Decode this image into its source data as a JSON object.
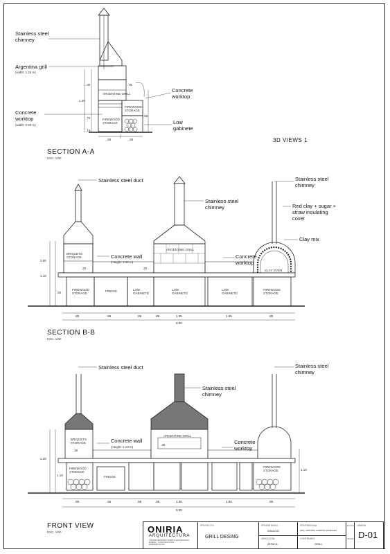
{
  "sections": {
    "aa": {
      "title": "SECTION A-A",
      "scale": "ESC. 1/50"
    },
    "bb": {
      "title": "SECTION B-B",
      "scale": "ESC. 1/50"
    },
    "front": {
      "title": "FRONT VIEW",
      "scale": "ESC. 1/50"
    },
    "views3d": "3D VIEWS 1"
  },
  "callouts": {
    "aa_chimney": "Stainless steel\nchimney",
    "aa_grill": "Argentina grill",
    "aa_grill_width": "(width: 1.25 m)",
    "aa_worktop": "Concrete\nworktop",
    "aa_worktop_width": "(width: 0.60 m)",
    "aa_concrete_worktop": "Concrete\nworktop",
    "aa_low_gabinete": "Low\ngabinete",
    "bb_duct": "Stainless steel duct",
    "bb_chimney": "Stainless steel\nchimney",
    "bb_oven_chimney": "Stainless steel\nchimney",
    "bb_clay_cover": "Red clay + sugar +\nstraw insulating\ncover",
    "bb_clay_mix": "Clay mix",
    "bb_wall": "Concrete wall",
    "bb_wall_height": "(Height: 1.10 m)",
    "bb_worktop": "Concrete\nworktop",
    "fv_duct": "Stainless steel duct",
    "fv_chimney": "Stainless steel\nchimney",
    "fv_oven_chimney": "Stainless steel\nchimney",
    "fv_wall": "Concrete wall",
    "fv_wall_height": "(Height: 1.10 m)",
    "fv_worktop": "Concrete\nworktop"
  },
  "inner_labels": {
    "aa_grill": "ARGENTINE GRILL",
    "aa_firewood_upper": "FIREWOOD\nSTORAGE",
    "aa_firewood_lower": "FIREWOOD\nSTORAGE",
    "bb_briquette": "BRIQUETS\nSTORAGE",
    "bb_grill": "ARGENTINE GRILL",
    "bb_oven": "CLAY OVEN",
    "bb_firewood_left": "FIREWOOD\nSTORAGE",
    "bb_fridge": "FRIDGE",
    "bb_low_1": "LOW\nGABINETE",
    "bb_low_2": "LOW\nGABINETE",
    "bb_low_3": "LOW\nGABINETE",
    "bb_firewood_right": "FIREWOOD\nSTORAGE",
    "fv_briquette": "BRIQUETS\nSTORAGE",
    "fv_firewood_left": "FIREWOOD\nSTORAGE",
    "fv_fridge": "FRIDGE",
    "fv_grill": "ARGENTINE GRILL",
    "fv_firewood_right": "FIREWOOD\nSTORAGE"
  },
  "dimensions": {
    "aa_bottom": [
      ".60",
      ".60"
    ],
    "aa_side": [
      "1.20",
      ".30",
      ".70",
      ".75",
      ".50",
      ".10"
    ],
    "bb_bottom": [
      ".85",
      ".85",
      ".85",
      ".85",
      "1.35",
      "1.55",
      ".85"
    ],
    "bb_total": "8.00",
    "bb_side": [
      "1.00",
      "1.10",
      ".20",
      ".82",
      ".20"
    ],
    "fv_bottom": [
      ".85",
      ".85",
      ".85",
      ".85",
      "1.35",
      "1.55",
      ".85"
    ],
    "fv_total": "8.00",
    "fv_side": [
      "1.20",
      "1.10",
      ".30",
      ".30",
      "1.10"
    ]
  },
  "title_block": {
    "logo": "ONIRIA",
    "logo_sub": "ARQUITECTURA",
    "logo_small": "TRANSFORMANDO SUEÑOS EN ESPACIOS\nDISEÑO · CONSTRUCCIÓN\nREMODELACIÓN",
    "project_caption": "PROYECTO",
    "project": "GRILL DESING",
    "client_caption": "PROPIETARIO",
    "client": "IGNACIO",
    "designer_caption": "PROFESIONAL",
    "designer": "ARQ. CRISTINA CAMPOS GONZALEZ",
    "location_caption": "UBICACIÓN",
    "location": "AFRICA",
    "content_caption": "CONTENIDO",
    "content": "GRILL",
    "sheet_caption": "LÁMINA",
    "sheet": "D-01",
    "scale_caption": "ESCALA",
    "date_caption": "FECHA"
  }
}
